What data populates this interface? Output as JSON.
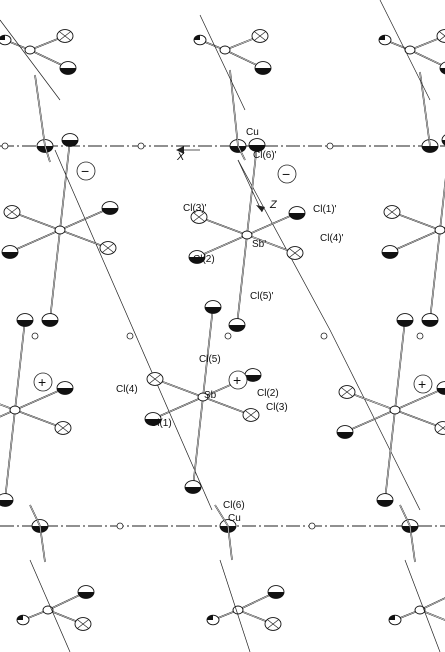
{
  "figure": {
    "labels": {
      "cu_top": "Cu",
      "cu_bottom": "Cu",
      "x_axis": "X",
      "z_axis": "Z",
      "sb_prime": "Sb'",
      "sb": "Sb",
      "cl1_prime": "Cl(1)'",
      "cl2_prime": "Cl(2)",
      "cl3_prime": "Cl(3)'",
      "cl4_prime": "Cl(4)'",
      "cl5_prime": "Cl(5)'",
      "cl6_prime": "Cl(6)'",
      "cl1": "Cl(1)",
      "cl2": "Cl(2)",
      "cl3": "Cl(3)",
      "cl4": "Cl(4)",
      "cl5": "Cl(5)",
      "cl6": "Cl(6)"
    },
    "signs": {
      "minus": "−",
      "plus": "+"
    }
  }
}
